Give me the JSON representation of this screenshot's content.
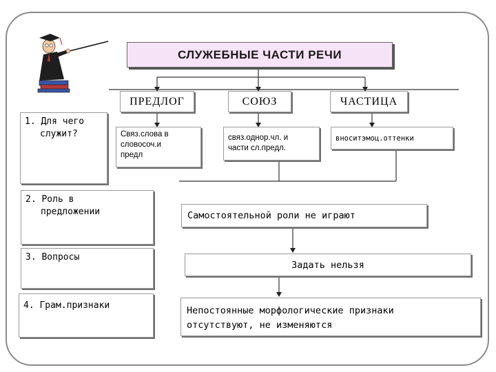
{
  "title": "СЛУЖЕБНЫЕ ЧАСТИ РЕЧИ",
  "parts": {
    "predlog": "ПРЕДЛОГ",
    "soyuz": "СОЮЗ",
    "chastitsa": "ЧАСТИЦА"
  },
  "purposes": {
    "predlog_line1": "Связ.слова в",
    "predlog_line2": "словосоч.и",
    "predlog_line3": "предл",
    "soyuz_line1": "связ.однор.чл. и",
    "soyuz_line2": "части сл.предл.",
    "chastitsa": "вноситэмоц.оттенки"
  },
  "questions": {
    "q1_line1": "1. Для чего",
    "q1_line2": "служит?",
    "q2_line1": "2. Роль в",
    "q2_line2": "предложении",
    "q3": "3. Вопросы",
    "q4": "4. Грам.признаки"
  },
  "answers": {
    "role": "Самостоятельной роли не играют",
    "questions": "Задать нельзя",
    "features_line1": "Непостоянные морфологические признаки",
    "features_line2": "отсутствуют, не изменяются"
  },
  "colors": {
    "title_bg": "#f7e3f7",
    "frame": "#8a8a8a",
    "lines": "#333333"
  },
  "icons": {
    "teacher": "teacher-with-pointer-icon"
  }
}
